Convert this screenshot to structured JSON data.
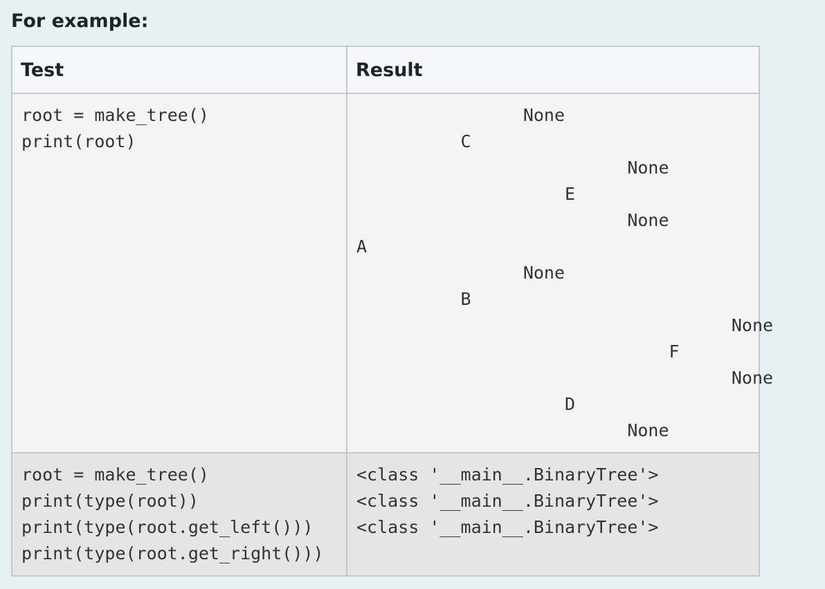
{
  "heading": "For example:",
  "table": {
    "headers": [
      "Test",
      "Result"
    ],
    "rows": [
      {
        "test": "root = make_tree()\nprint(root)",
        "result": "                None\n          C\n                          None\n                    E\n                          None\nA\n                None\n          B\n                                    None\n                              F\n                                    None\n                    D\n                          None"
      },
      {
        "test": "root = make_tree()\nprint(type(root))\nprint(type(root.get_left()))\nprint(type(root.get_right()))",
        "result": "<class '__main__.BinaryTree'>\n<class '__main__.BinaryTree'>\n<class '__main__.BinaryTree'>"
      }
    ]
  }
}
